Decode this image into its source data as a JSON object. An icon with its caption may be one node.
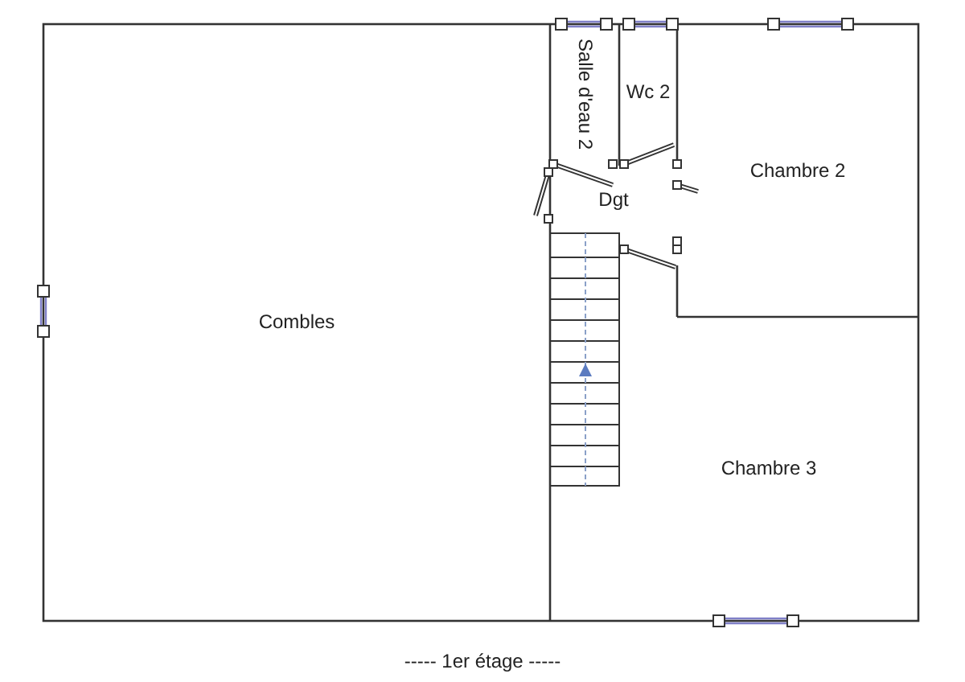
{
  "diagram": {
    "caption": "----- 1er étage -----",
    "nodes": [
      {
        "text": [
          "Combles"
        ]
      },
      {
        "text": [
          "Salle d'eau 2"
        ]
      },
      {
        "text": [
          "Wc 2"
        ]
      },
      {
        "text": [
          "Chambre 2"
        ]
      },
      {
        "text": [
          "Dgt"
        ]
      },
      {
        "text": [
          "Chambre 3"
        ]
      }
    ]
  }
}
